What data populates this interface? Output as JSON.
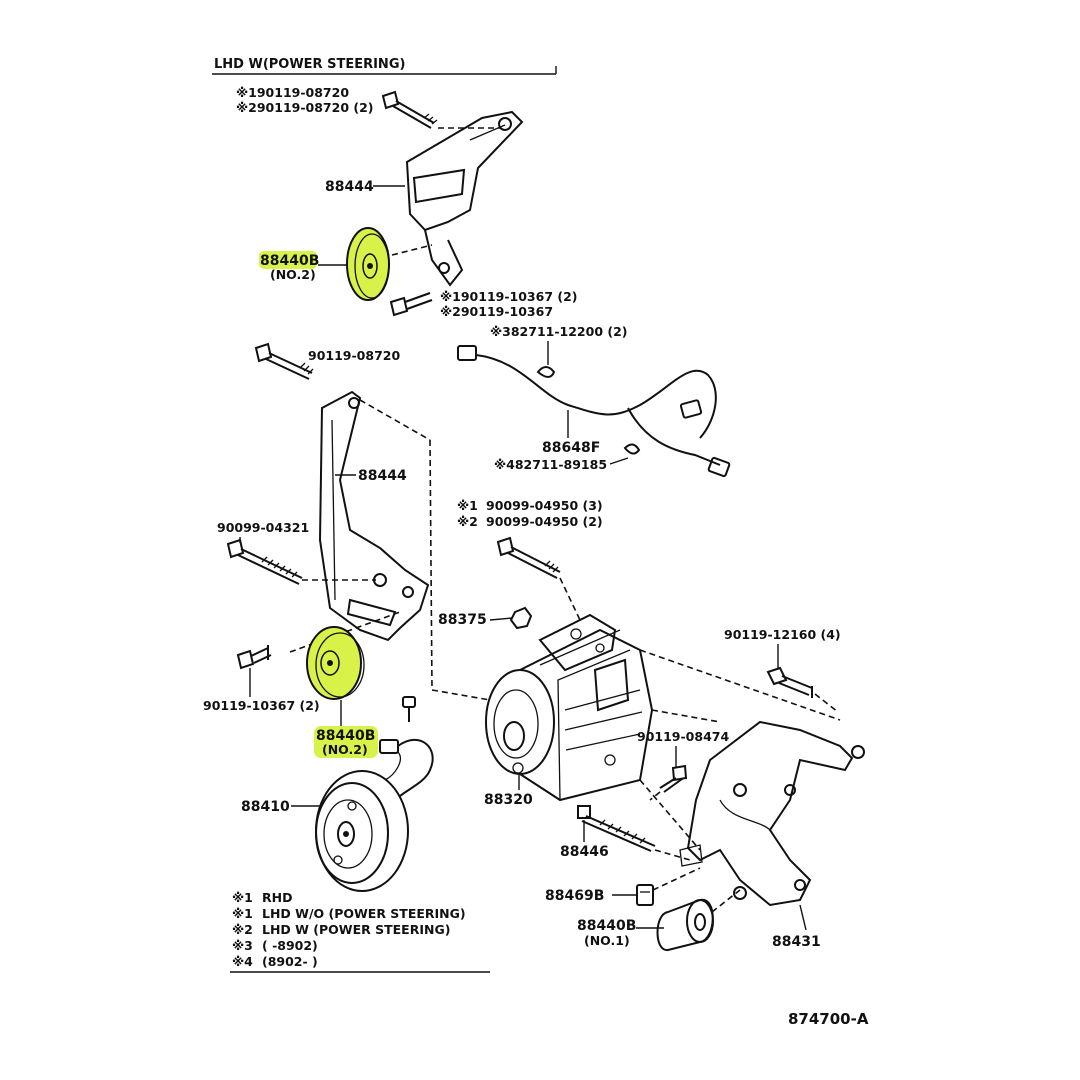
{
  "header": "LHD W(POWER STEERING)",
  "diagram_code": "874700-A",
  "colors": {
    "highlight": "#d9f24a",
    "ink": "#111111",
    "background": "#ffffff"
  },
  "labels": {
    "top_bolt_1": "※190119-08720",
    "top_bolt_2": "※290119-08720 (2)",
    "bracket_upper": "88444",
    "pulley_upper": "88440B",
    "pulley_upper_no": "(NO.2)",
    "bolt_upper_1": "※190119-10367 (2)",
    "bolt_upper_2": "※290119-10367",
    "clip_top": "※382711-12200 (2)",
    "bolt_mid": "90119-08720",
    "harness": "88648F",
    "clip_bottom": "※482711-89185",
    "bracket_lower": "88444",
    "bolt_long": "90099-04321",
    "comp_bolt_1_mark": "※1",
    "comp_bolt_1": "90099-04950 (3)",
    "comp_bolt_2_mark": "※2",
    "comp_bolt_2": "90099-04950 (2)",
    "nut": "88375",
    "bolt_right": "90119-12160 (4)",
    "bolt_lower_left": "90119-10367 (2)",
    "pulley_lower": "88440B",
    "pulley_lower_no": "(NO.2)",
    "bolt_small_right": "90119-08474",
    "clutch": "88410",
    "compressor": "88320",
    "stud": "88446",
    "spacer": "88469B",
    "idler": "88440B",
    "idler_no": "(NO.1)",
    "mount_bracket": "88431"
  },
  "legend": [
    {
      "mark": "※1",
      "text": "RHD"
    },
    {
      "mark": "※1",
      "text": "LHD W/O (POWER STEERING)"
    },
    {
      "mark": "※2",
      "text": "LHD W (POWER STEERING)"
    },
    {
      "mark": "※3",
      "text": "(        -8902)"
    },
    {
      "mark": "※4",
      "text": "(8902-        )"
    }
  ]
}
